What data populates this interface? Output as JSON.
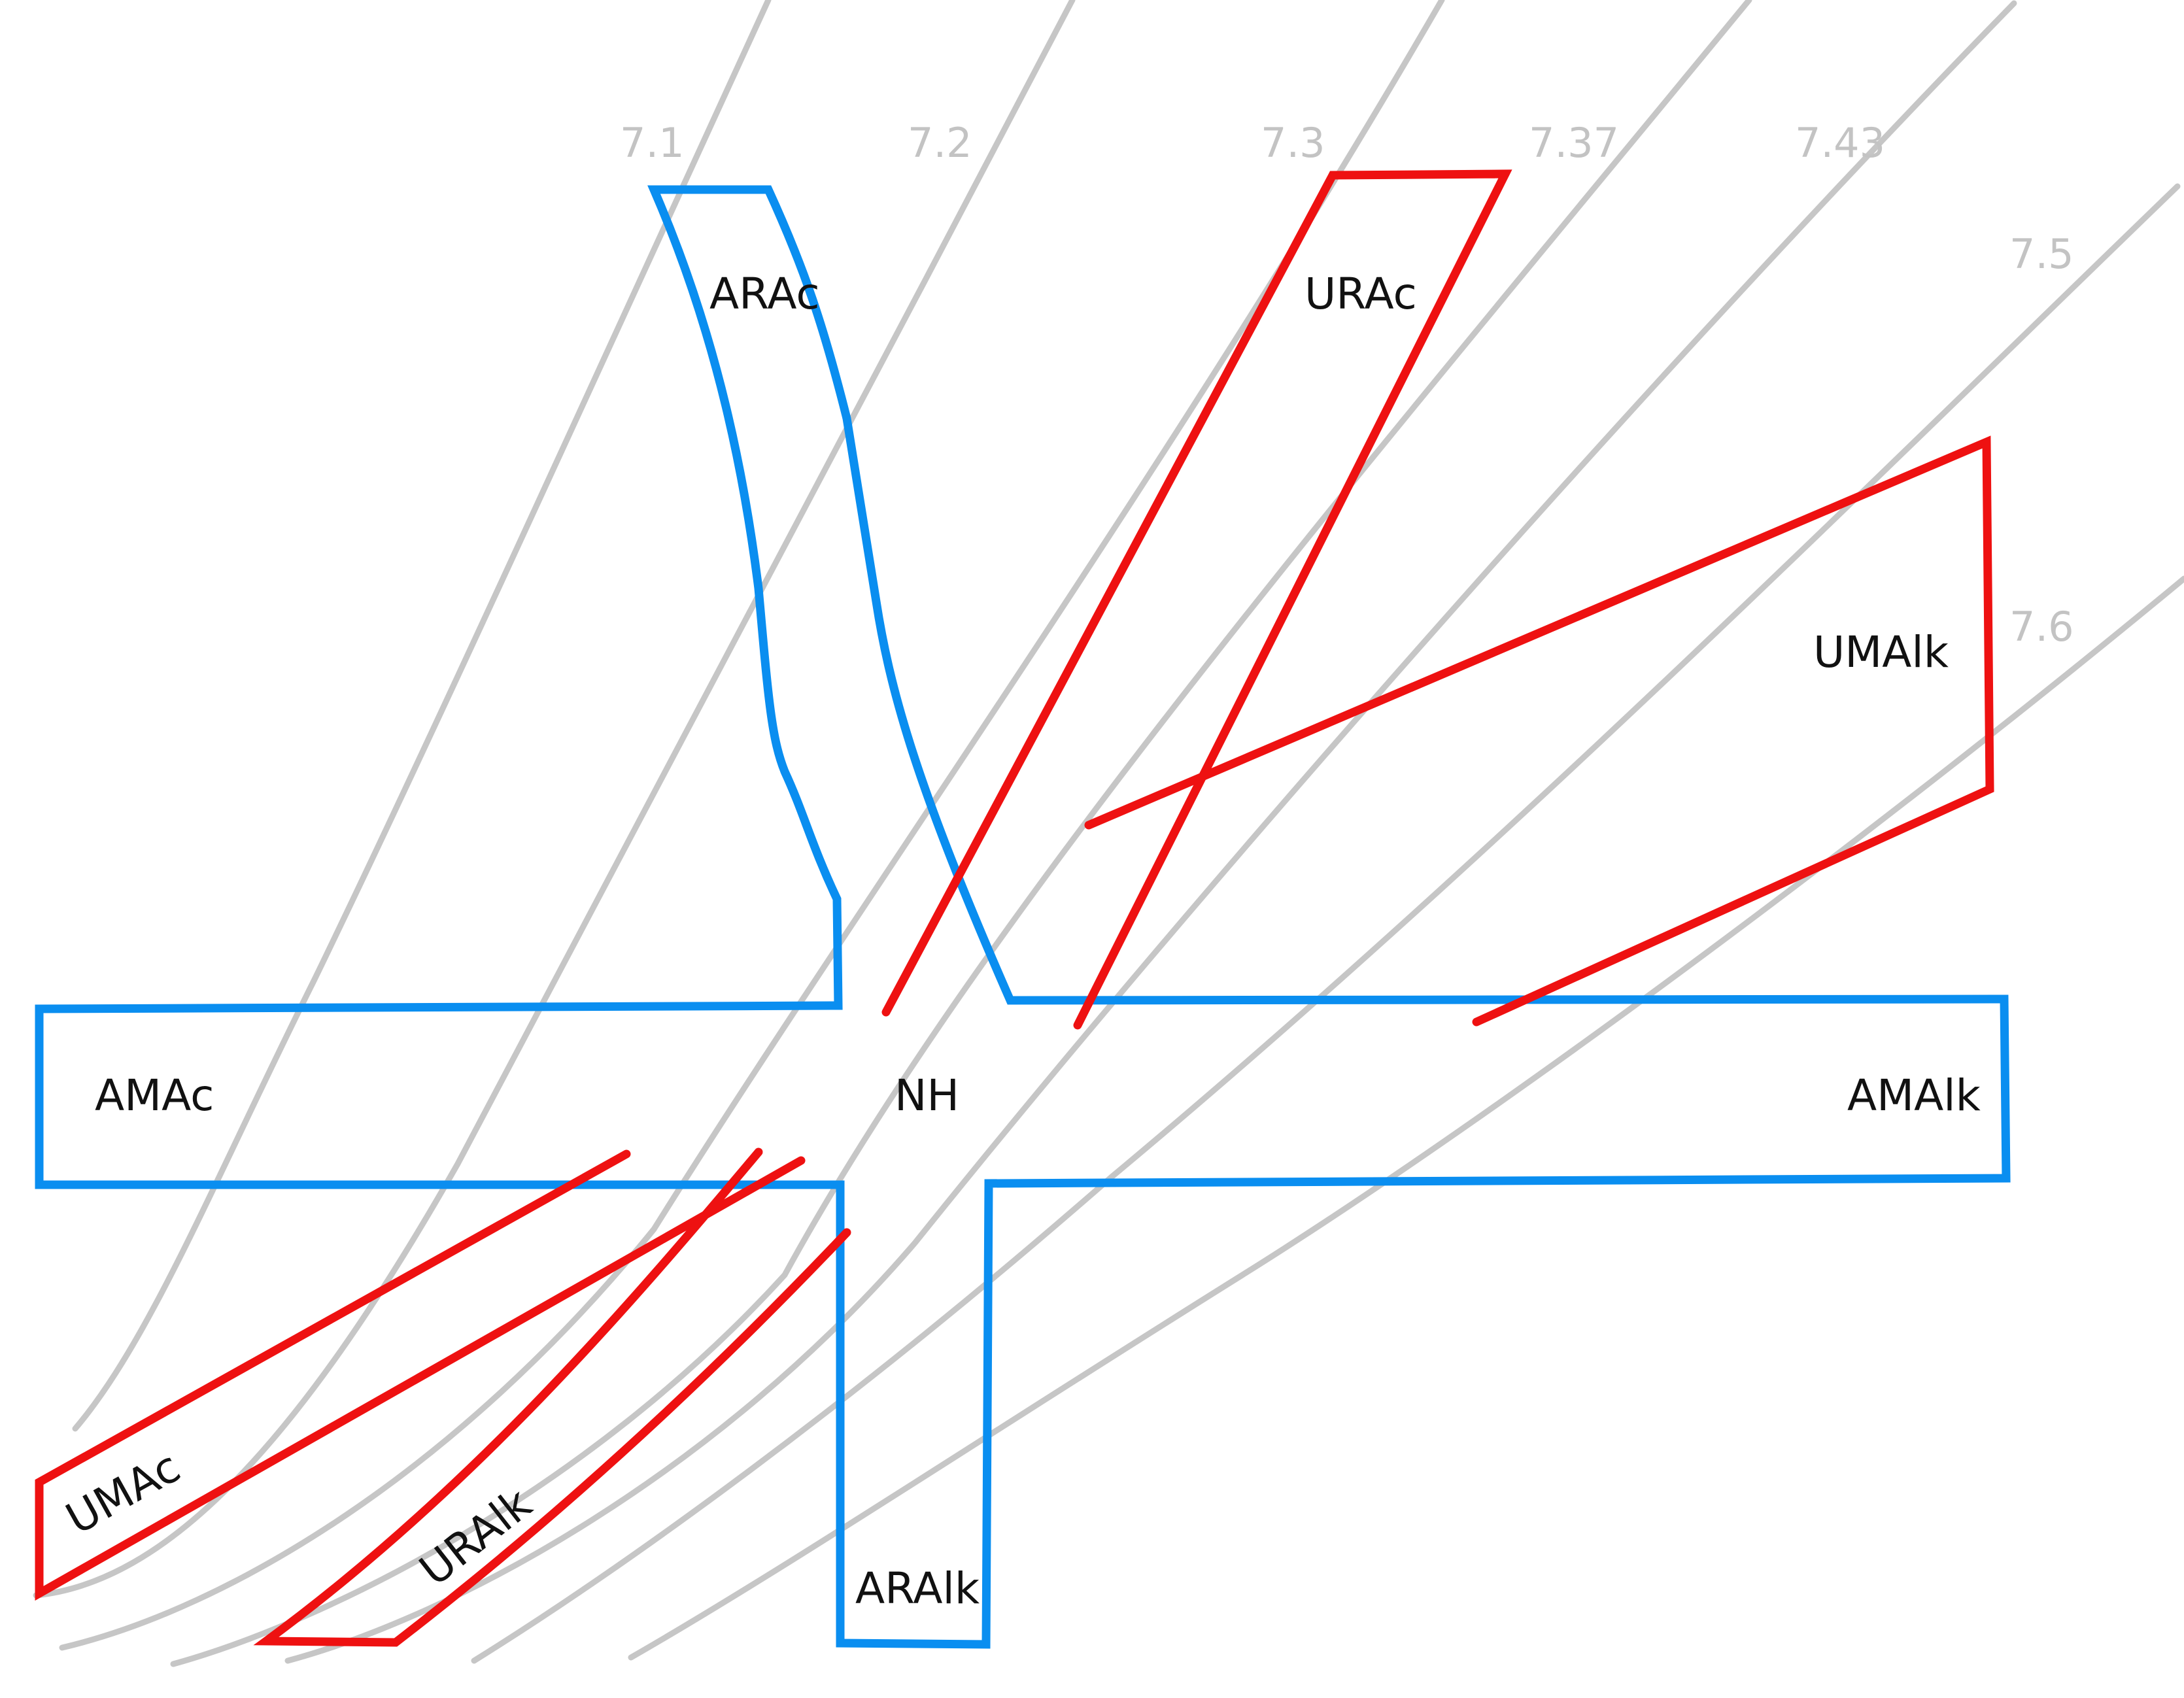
{
  "isopleths": [
    {
      "label": "7.1"
    },
    {
      "label": "7.2"
    },
    {
      "label": "7.3"
    },
    {
      "label": "7.37"
    },
    {
      "label": "7.43"
    },
    {
      "label": "7.5"
    },
    {
      "label": "7.6"
    }
  ],
  "regions": {
    "ARAc": "ARAc",
    "URAc": "URAc",
    "UMAlk": "UMAlk",
    "AMAc": "AMAc",
    "NH": "NH",
    "AMAlk": "AMAlk",
    "UMAc": "UMAc",
    "URAlk": "URAlk",
    "ARAlk": "ARAlk"
  },
  "colors": {
    "acute": "#0a8ef0",
    "uncompensated": "#ee1111",
    "isopleth": "#c6c6c6"
  }
}
